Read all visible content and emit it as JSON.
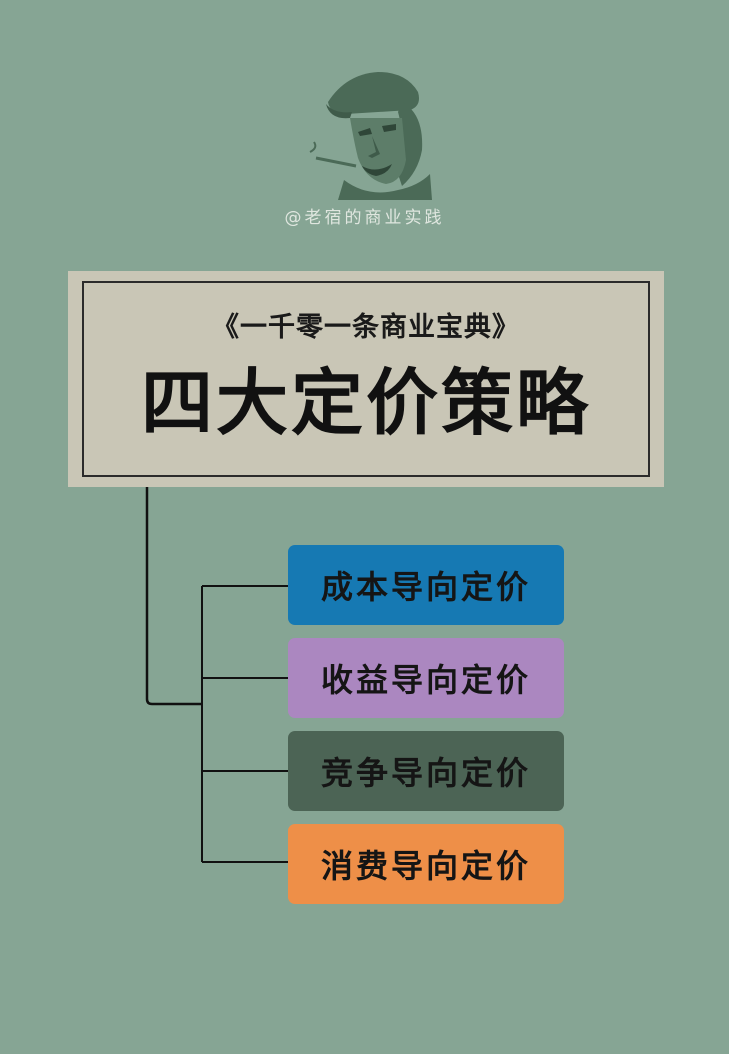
{
  "byline": "@老宿的商业实践",
  "title_card": {
    "subtitle": "《一千零一条商业宝典》",
    "title": "四大定价策略"
  },
  "strategies": [
    {
      "label": "成本导向定价",
      "color": "#1679b3"
    },
    {
      "label": "收益导向定价",
      "color": "#ab87c0"
    },
    {
      "label": "竞争导向定价",
      "color": "#4c6455"
    },
    {
      "label": "消费导向定价",
      "color": "#ee8f48"
    }
  ],
  "colors": {
    "background": "#86a594",
    "title_card": "#c9c6b6",
    "line": "#111111"
  },
  "icons": {
    "portrait": "portrait-illustration"
  }
}
